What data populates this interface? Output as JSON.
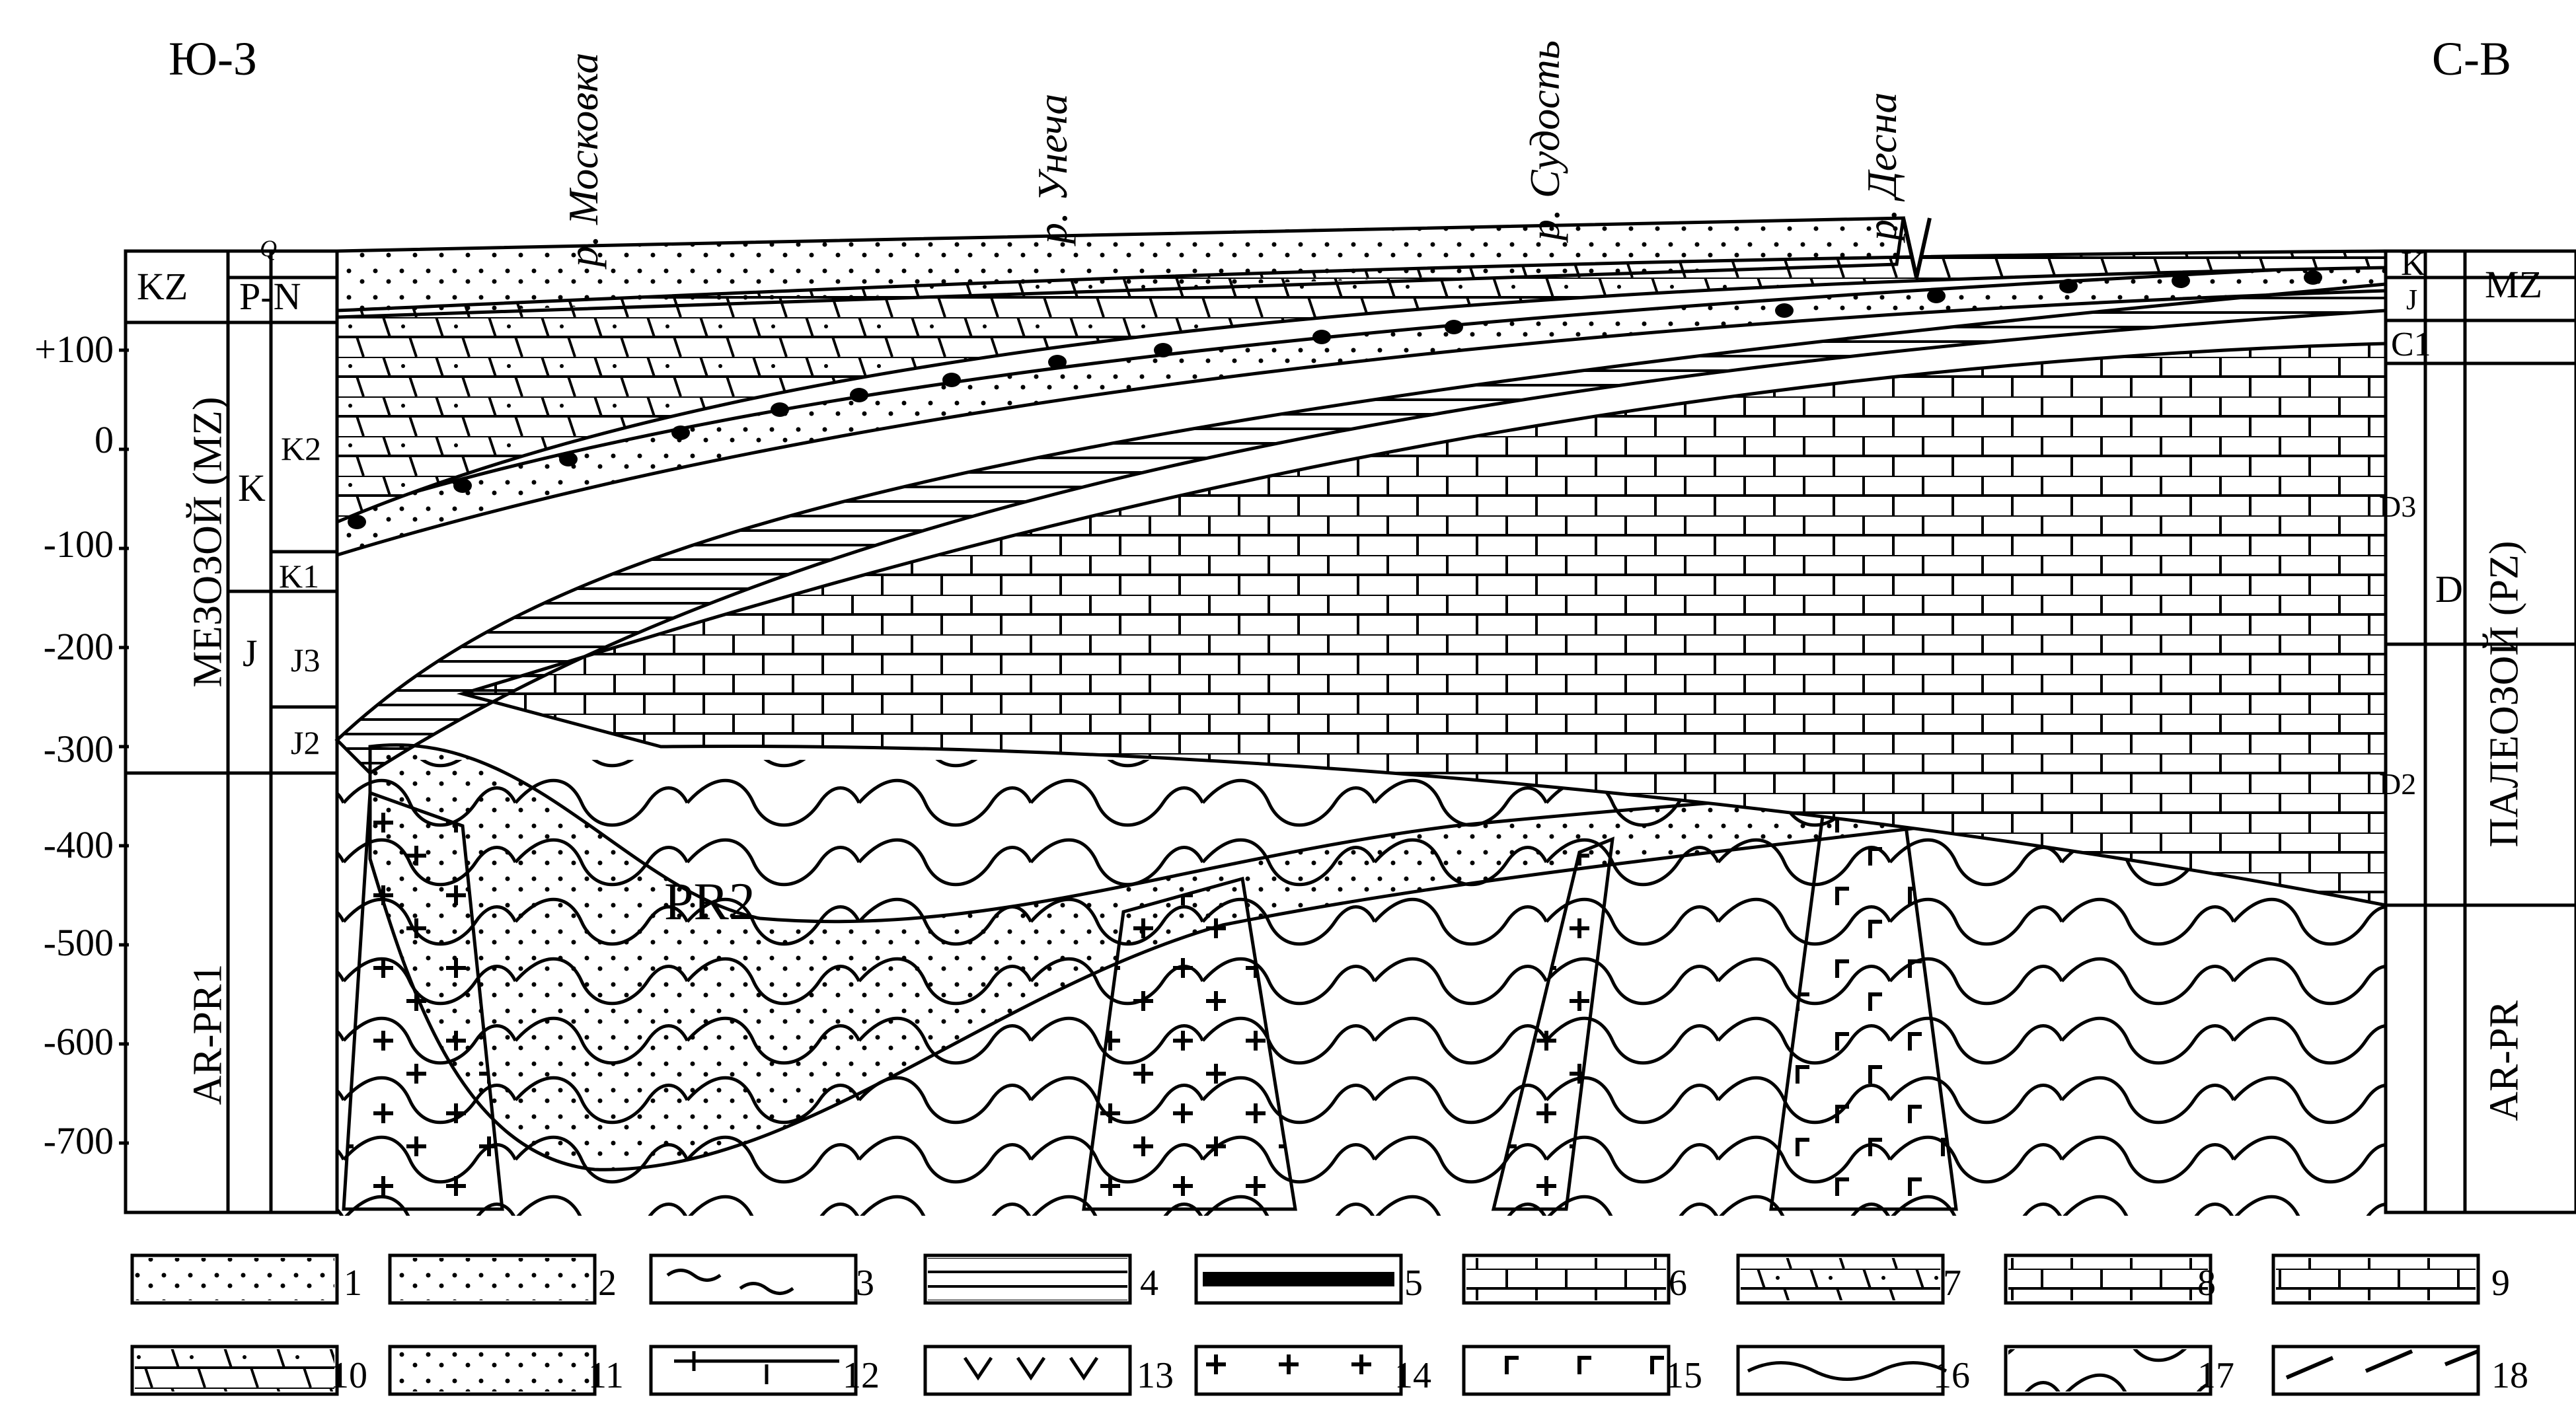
{
  "directions": {
    "left": "Ю-З",
    "right": "С-В"
  },
  "rivers": [
    "р. Московка",
    "р. Унеча",
    "р. Судость",
    "р. Десна"
  ],
  "depth_scale": [
    "+100",
    "0",
    "-100",
    "-200",
    "-300",
    "-400",
    "-500",
    "-600",
    "-700"
  ],
  "left_columns": {
    "era_kz": "KZ",
    "era_mz": "МЕЗОЗОЙ (MZ)",
    "era_ar": "AR-PR1",
    "system_q": "Q",
    "system_pn": "P-N",
    "system_k": "K",
    "system_j": "J",
    "stage_k2": "K2",
    "stage_k1": "K1",
    "stage_j3": "J3",
    "stage_j2": "J2"
  },
  "right_columns": {
    "sys_k": "K",
    "sys_j": "J",
    "sys_c1": "C1",
    "sys_d": "D",
    "era_mz": "MZ",
    "era_pz": "ПАЛЕОЗОЙ (PZ)",
    "era_ar": "AR-PR",
    "sub_d3": "D3",
    "sub_d2": "D2"
  },
  "section_labels": {
    "pr2": "PR2"
  },
  "legend": [
    "1",
    "2",
    "3",
    "4",
    "5",
    "6",
    "7",
    "8",
    "9",
    "10",
    "11",
    "12",
    "13",
    "14",
    "15",
    "16",
    "17",
    "18"
  ]
}
